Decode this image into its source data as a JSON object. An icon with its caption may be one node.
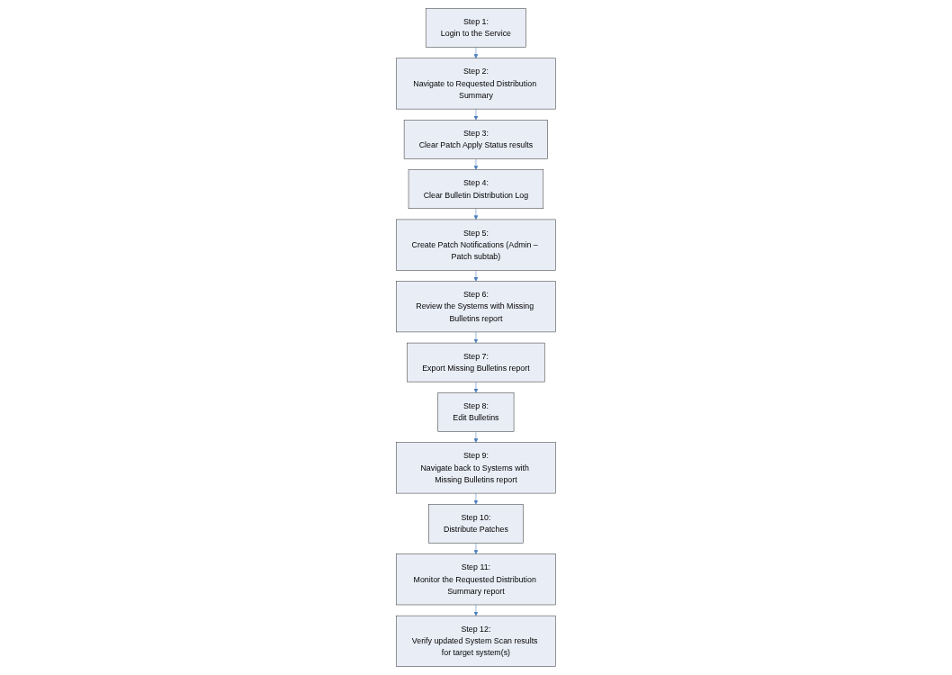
{
  "diagram": {
    "nodes": [
      {
        "text": [
          "Step 1:",
          "Login to the Service"
        ]
      },
      {
        "text": [
          "Step 2:",
          "Navigate to Requested Distribution Summary"
        ]
      },
      {
        "text": [
          "Step 3:",
          "Clear Patch Apply Status results"
        ]
      },
      {
        "text": [
          "Step 4:",
          "Clear Bulletin Distribution Log"
        ]
      },
      {
        "text": [
          "Step 5:",
          "Create Patch Notifications (Admin – Patch subtab)"
        ]
      },
      {
        "text": [
          "Step 6:",
          "Review the Systems with Missing Bulletins report"
        ]
      },
      {
        "text": [
          "Step 7:",
          "Export Missing Bulletins report"
        ]
      },
      {
        "text": [
          "Step 8:",
          "Edit Bulletins"
        ]
      },
      {
        "text": [
          "Step 9:",
          "Navigate back to Systems with Missing Bulletins report"
        ]
      },
      {
        "text": [
          "Step 10:",
          "Distribute Patches"
        ]
      },
      {
        "text": [
          "Step 11:",
          "Monitor the Requested Distribution Summary report"
        ]
      },
      {
        "text": [
          "Step 12:",
          "Verify updated System Scan results for target system(s)"
        ]
      }
    ],
    "edges": [
      {
        "from": 0,
        "to": 1,
        "arrow": "to"
      },
      {
        "from": 1,
        "to": 2,
        "arrow": "to"
      },
      {
        "from": 2,
        "to": 3,
        "arrow": "to"
      },
      {
        "from": 3,
        "to": 4,
        "arrow": "to"
      },
      {
        "from": 4,
        "to": 5,
        "arrow": "to"
      },
      {
        "from": 5,
        "to": 6,
        "arrow": "to"
      },
      {
        "from": 6,
        "to": 7,
        "arrow": "to"
      },
      {
        "from": 7,
        "to": 8,
        "arrow": "to"
      },
      {
        "from": 8,
        "to": 9,
        "arrow": "to"
      },
      {
        "from": 9,
        "to": 10,
        "arrow": "to"
      },
      {
        "from": 10,
        "to": 11,
        "arrow": "to"
      }
    ]
  }
}
